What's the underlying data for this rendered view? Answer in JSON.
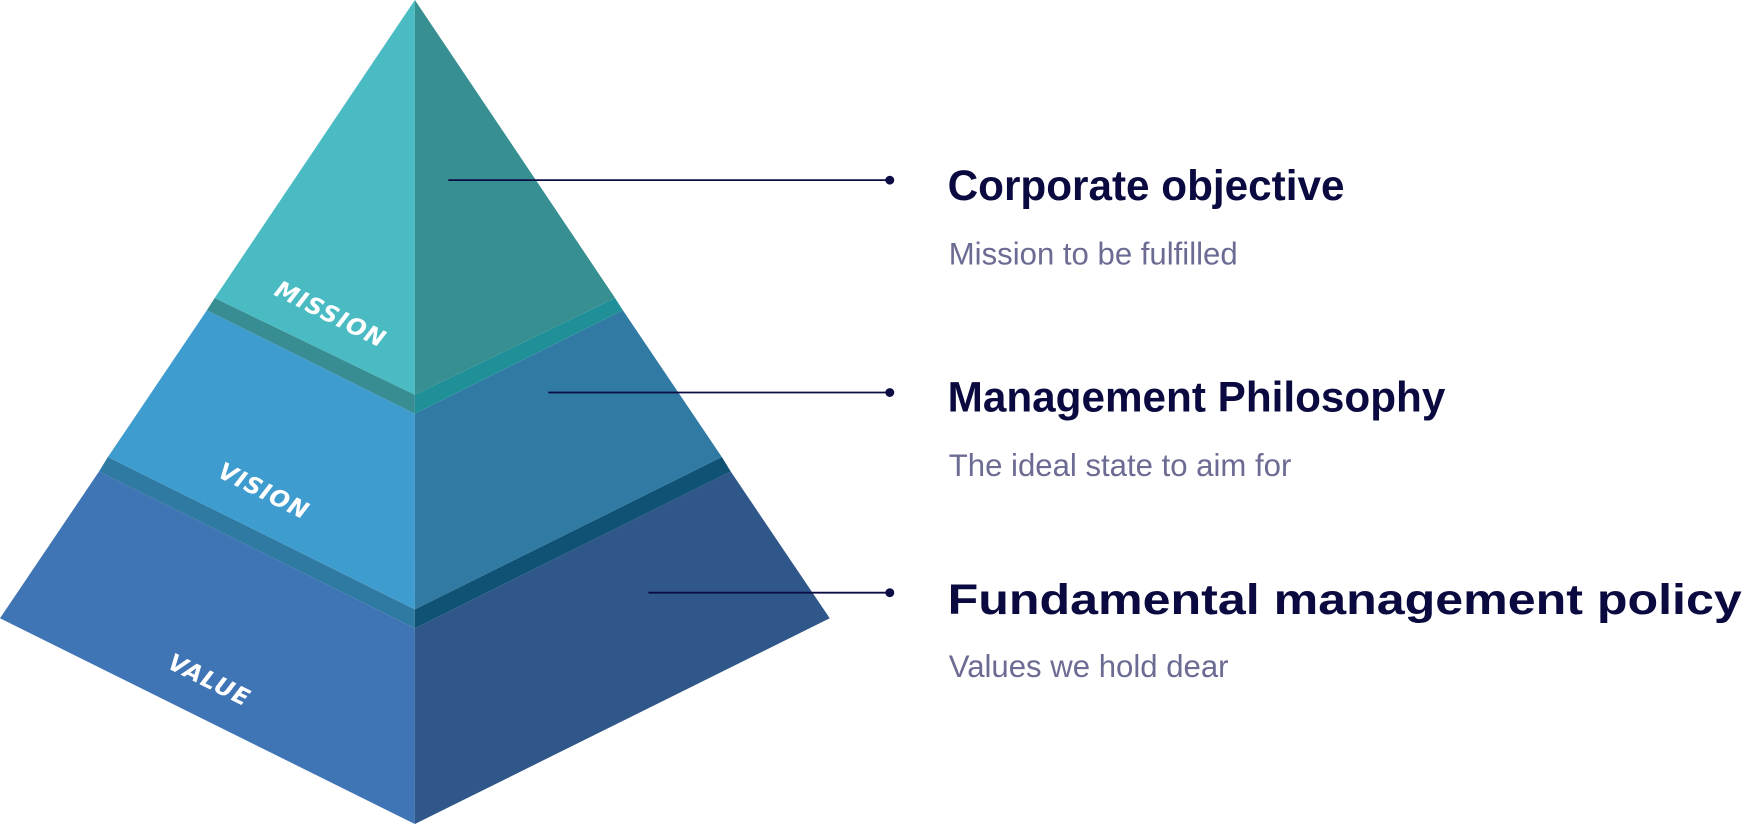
{
  "colors": {
    "title": "#0a0a40",
    "subtitle": "#6b6b93",
    "connector": "#0d0d45",
    "mission_left": "#4abbc3",
    "mission_right": "#388f92",
    "vision_left": "#3f9ccf",
    "vision_right": "#307aa3",
    "value_left": "#3f74b5",
    "value_right": "#2f5789"
  },
  "pyramid": {
    "levels": [
      {
        "label": "MISSION",
        "title": "Corporate objective",
        "subtitle": "Mission to be fulfilled"
      },
      {
        "label": "VISION",
        "title": "Management Philosophy",
        "subtitle": "The ideal state to aim for"
      },
      {
        "label": "VALUE",
        "title": "Fundamental management policy",
        "subtitle": "Values we hold dear"
      }
    ]
  }
}
